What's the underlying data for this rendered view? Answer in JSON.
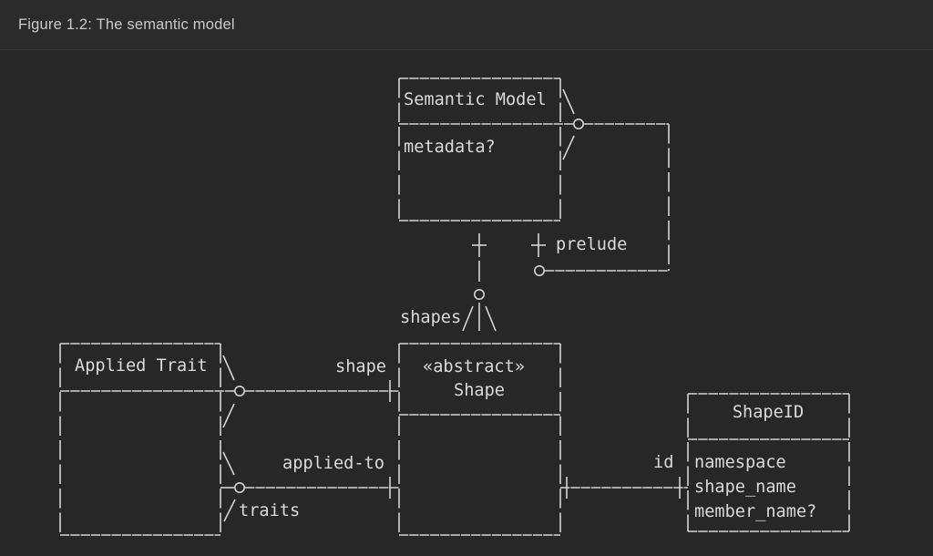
{
  "figure": {
    "caption": "Figure 1.2: The semantic model"
  },
  "entities": {
    "semantic_model": {
      "title": "Semantic Model",
      "attributes": [
        "metadata?"
      ]
    },
    "applied_trait": {
      "title": "Applied Trait",
      "attributes": []
    },
    "shape": {
      "stereotype": "«abstract»",
      "title": "Shape",
      "attributes": []
    },
    "shape_id": {
      "title": "ShapeID",
      "attributes": [
        "namespace",
        "shape_name",
        "member_name?"
      ]
    }
  },
  "relationships": {
    "prelude": {
      "label": "prelude"
    },
    "shapes": {
      "label": "shapes"
    },
    "shape": {
      "label": "shape"
    },
    "applied_to": {
      "label": "applied-to"
    },
    "traits": {
      "label": "traits"
    },
    "id": {
      "label": "id"
    }
  },
  "colors": {
    "background": "#272727",
    "header_background": "#2b2b2b",
    "header_divider": "#3a3a3a",
    "line": "#d4d4d4",
    "diagram_text": "#dadada",
    "caption_text": "#c9caca"
  }
}
